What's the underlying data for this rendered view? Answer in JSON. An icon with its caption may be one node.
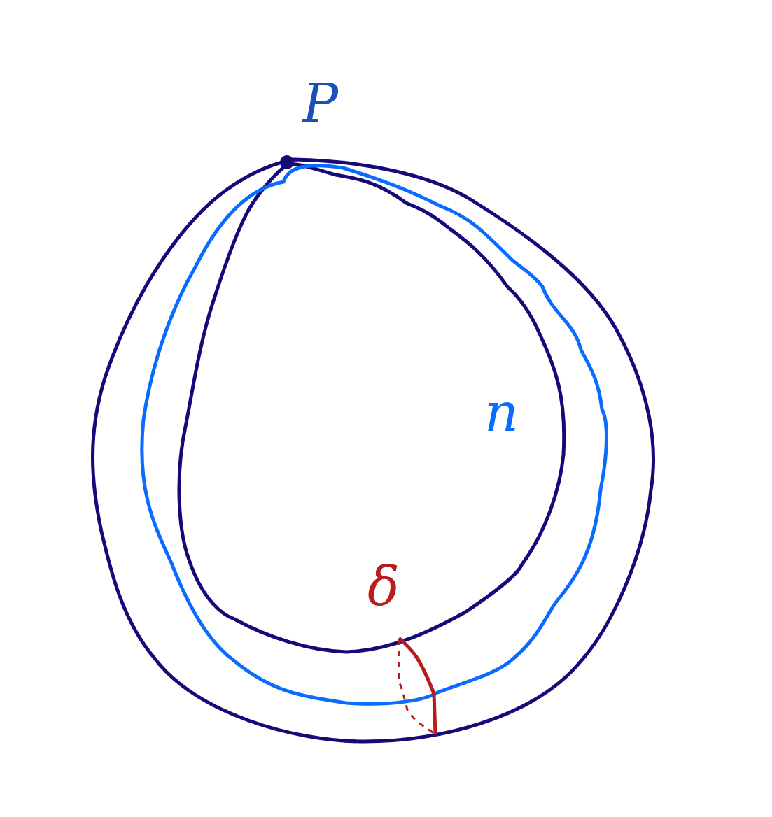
{
  "diagram": {
    "labels": [
      "P",
      "n",
      "δ"
    ]
  }
}
